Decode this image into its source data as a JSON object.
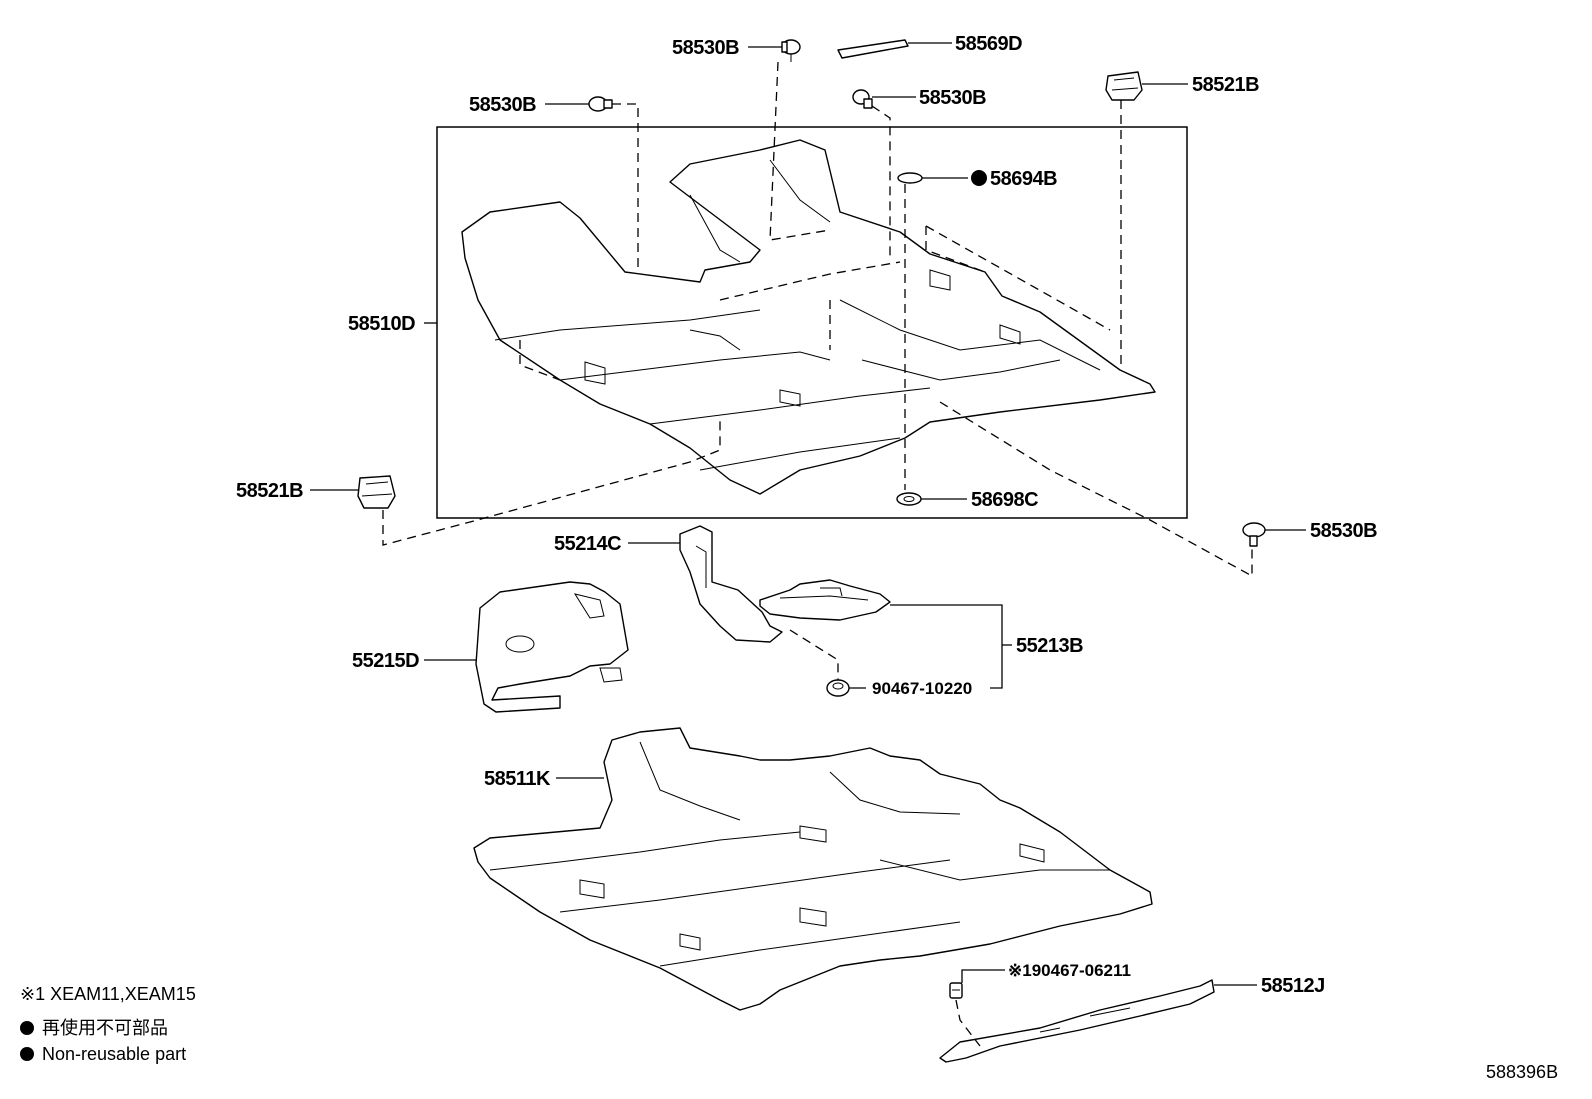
{
  "labels": {
    "p58530B_top": "58530B",
    "p58569D": "58569D",
    "p58530B_left": "58530B",
    "p58530B_mid": "58530B",
    "p58521B_right": "58521B",
    "p58694B": "58694B",
    "p58510D": "58510D",
    "p58521B_left": "58521B",
    "p58698C": "58698C",
    "p58530B_lower": "58530B",
    "p55214C": "55214C",
    "p55215D": "55215D",
    "p55213B": "55213B",
    "p90467_10220": "90467-10220",
    "p58511K": "58511K",
    "p90467_06211": "※190467-06211",
    "p58512J": "58512J"
  },
  "notes": {
    "applicability": "※1 XEAM11,XEAM15",
    "non_reusable_jp": "再使用不可部品",
    "non_reusable_en": "Non-reusable part"
  },
  "diagram_id": "588396B",
  "icons": {
    "non_reusable": "filled-circle-icon"
  }
}
